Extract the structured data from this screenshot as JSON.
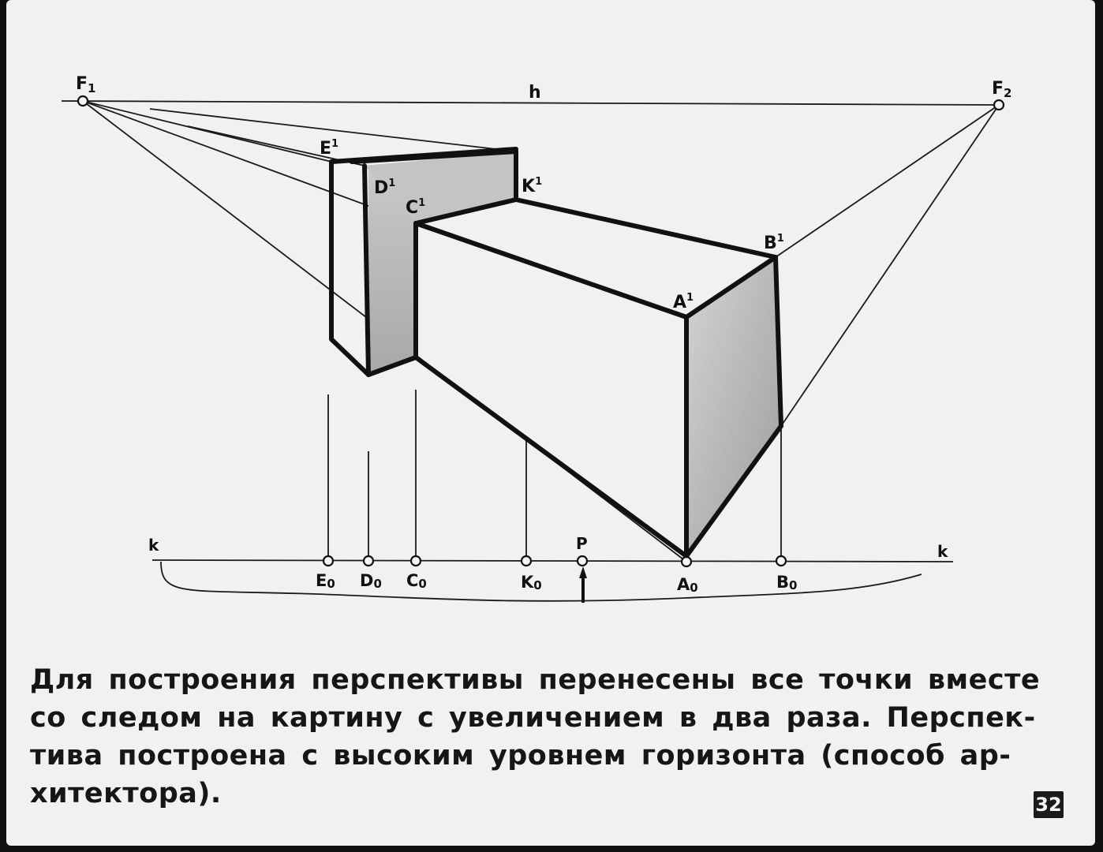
{
  "diagram": {
    "vanishing_points": {
      "f1": {
        "base": "F",
        "sub": "1"
      },
      "f2": {
        "base": "F",
        "sub": "2"
      }
    },
    "horizon_label": "h",
    "picture_line_labels": {
      "left": "k",
      "right": "k"
    },
    "ground_points": {
      "e0": {
        "base": "E",
        "sub": "0"
      },
      "d0": {
        "base": "D",
        "sub": "0"
      },
      "c0": {
        "base": "C",
        "sub": "0"
      },
      "k0": {
        "base": "K",
        "sub": "0"
      },
      "a0": {
        "base": "A",
        "sub": "0"
      },
      "b0": {
        "base": "B",
        "sub": "0"
      }
    },
    "viewer_point_label": "P",
    "building_points": {
      "e1": {
        "base": "E",
        "sup": "1"
      },
      "d1": {
        "base": "D",
        "sup": "1"
      },
      "c1": {
        "base": "C",
        "sup": "1"
      },
      "k1": {
        "base": "K",
        "sup": "1"
      },
      "a1": {
        "base": "A",
        "sup": "1"
      },
      "b1": {
        "base": "B",
        "sup": "1"
      }
    },
    "colors": {
      "line": "#111111",
      "shade": "#bfbfbf",
      "paper": "#f1f1f1"
    }
  },
  "caption": {
    "line1": "Для построения перспективы перенесены все точки вместе",
    "line2": "со следом на картину с увеличением в два раза. Перспек-",
    "line3": "тива построена с высоким уровнем горизонта (способ ар-",
    "line4": "хитектора)."
  },
  "page_number": "32"
}
